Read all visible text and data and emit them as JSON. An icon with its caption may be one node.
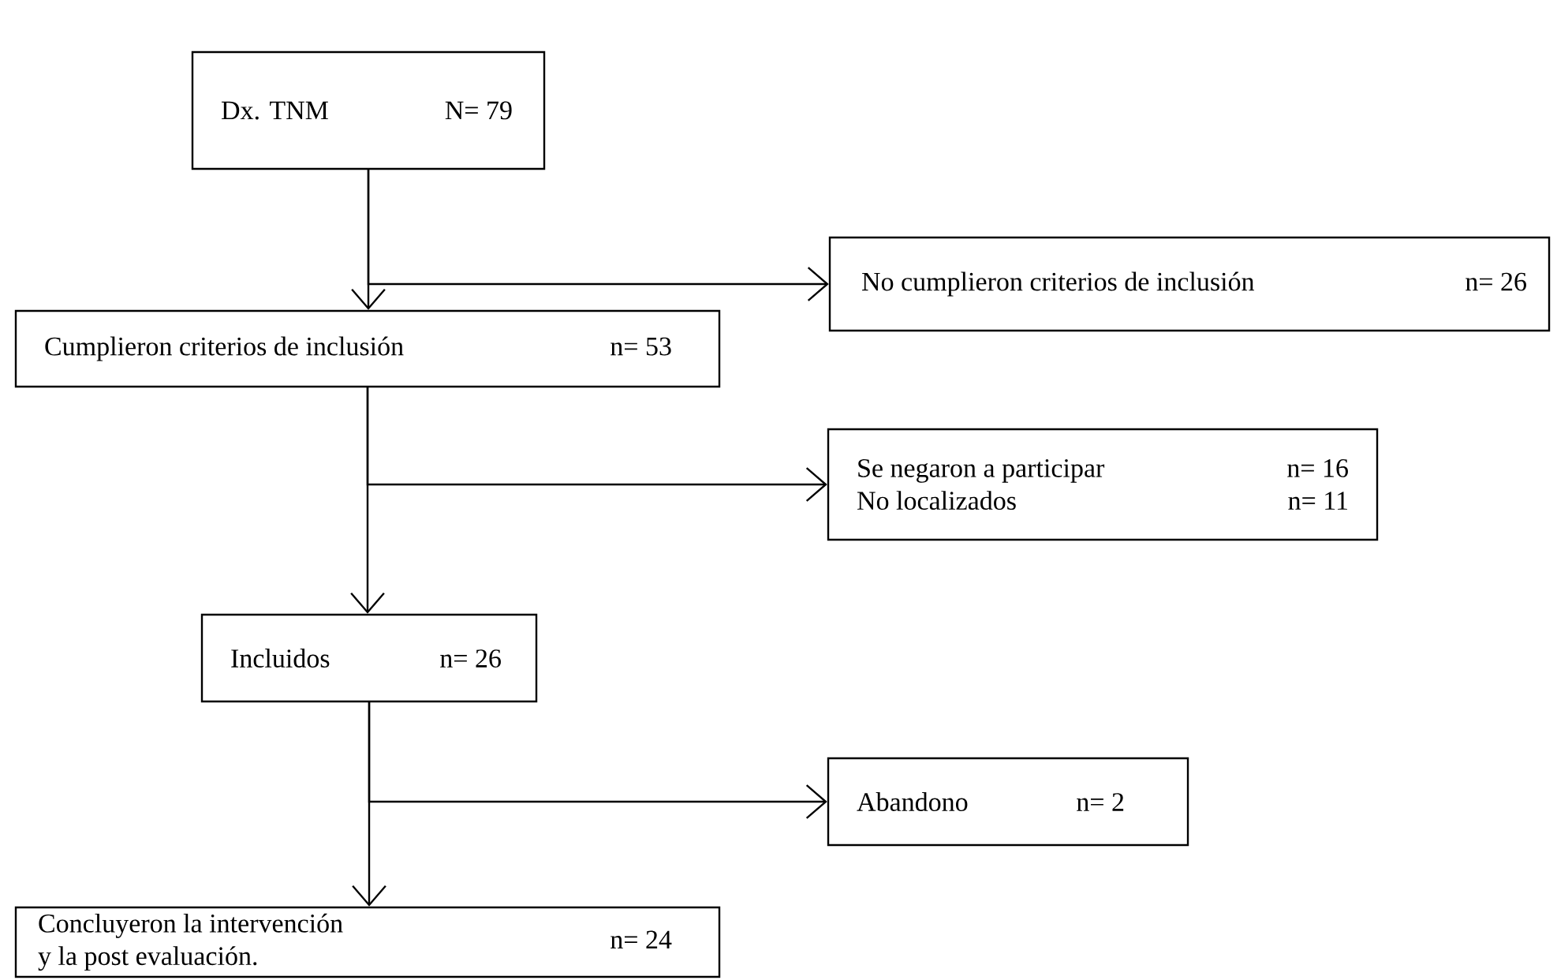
{
  "diagram": {
    "nodes": [
      {
        "text": [
          "Dx. TNM",
          "N= 79"
        ]
      },
      {
        "text": [
          "No cumplieron criterios de inclusión",
          "n= 26"
        ]
      },
      {
        "text": [
          "Cumplieron criterios de inclusión",
          "n= 53"
        ]
      },
      {
        "text": [
          "Se negaron a participar",
          "n= 16",
          "No localizados",
          "n= 11"
        ]
      },
      {
        "text": [
          "Incluidos",
          "n= 26"
        ]
      },
      {
        "text": [
          "Abandono",
          "n= 2"
        ]
      },
      {
        "text": [
          "Concluyeron la intervención y la post evaluación.",
          "n= 24"
        ]
      }
    ],
    "edges": [
      {
        "from": 0,
        "to": 2,
        "arrow": "to"
      },
      {
        "from": 0,
        "to": 1,
        "arrow": "to"
      },
      {
        "from": 2,
        "to": 4,
        "arrow": "to"
      },
      {
        "from": 2,
        "to": 3,
        "arrow": "to"
      },
      {
        "from": 4,
        "to": 6,
        "arrow": "to"
      },
      {
        "from": 4,
        "to": 5,
        "arrow": "to"
      }
    ]
  }
}
